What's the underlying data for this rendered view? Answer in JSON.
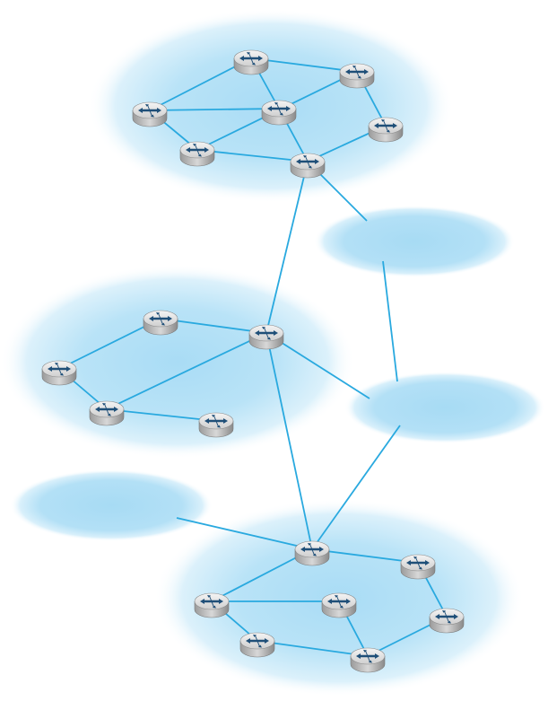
{
  "diagram": {
    "title": "",
    "colors": {
      "cloud": "#9fd8f3",
      "link": "#29a9df",
      "router_body": "#dcdcdc",
      "router_mark": "#1f4f78"
    },
    "icons": {
      "router": "router-icon",
      "network": "network-cloud"
    },
    "networks": [
      {
        "id": "as-top"
      },
      {
        "id": "as-middle"
      },
      {
        "id": "as-bottom"
      },
      {
        "id": "cloud-right-upper"
      },
      {
        "id": "cloud-right-lower"
      },
      {
        "id": "cloud-left"
      }
    ],
    "routers": [
      {
        "id": "t1"
      },
      {
        "id": "t2"
      },
      {
        "id": "t3"
      },
      {
        "id": "t4"
      },
      {
        "id": "t5"
      },
      {
        "id": "t6"
      },
      {
        "id": "t7"
      },
      {
        "id": "m1"
      },
      {
        "id": "m2"
      },
      {
        "id": "m3"
      },
      {
        "id": "m4"
      },
      {
        "id": "m5"
      },
      {
        "id": "b1"
      },
      {
        "id": "b2"
      },
      {
        "id": "b3"
      },
      {
        "id": "b4"
      },
      {
        "id": "b5"
      },
      {
        "id": "b6"
      },
      {
        "id": "b7"
      }
    ],
    "links": [
      [
        "t1",
        "t2"
      ],
      [
        "t1",
        "t3"
      ],
      [
        "t1",
        "t5"
      ],
      [
        "t2",
        "t4"
      ],
      [
        "t3",
        "t5"
      ],
      [
        "t3",
        "t6"
      ],
      [
        "t2",
        "t6"
      ],
      [
        "t4",
        "t7"
      ],
      [
        "t5",
        "t7"
      ],
      [
        "t6",
        "t7"
      ],
      [
        "t7",
        "m2"
      ],
      [
        "t7",
        "cloud-right-upper"
      ],
      [
        "m1",
        "m2"
      ],
      [
        "m1",
        "m3"
      ],
      [
        "m3",
        "m4"
      ],
      [
        "m4",
        "m2"
      ],
      [
        "m4",
        "m5"
      ],
      [
        "m2",
        "cloud-right-lower"
      ],
      [
        "m2",
        "b1"
      ],
      [
        "cloud-right-upper",
        "cloud-right-lower"
      ],
      [
        "cloud-right-lower",
        "b1"
      ],
      [
        "cloud-left",
        "b1"
      ],
      [
        "b1",
        "b2"
      ],
      [
        "b1",
        "b3"
      ],
      [
        "b2",
        "b5"
      ],
      [
        "b3",
        "b4"
      ],
      [
        "b3",
        "b6"
      ],
      [
        "b4",
        "b7"
      ],
      [
        "b5",
        "b7"
      ],
      [
        "b6",
        "b7"
      ]
    ]
  }
}
